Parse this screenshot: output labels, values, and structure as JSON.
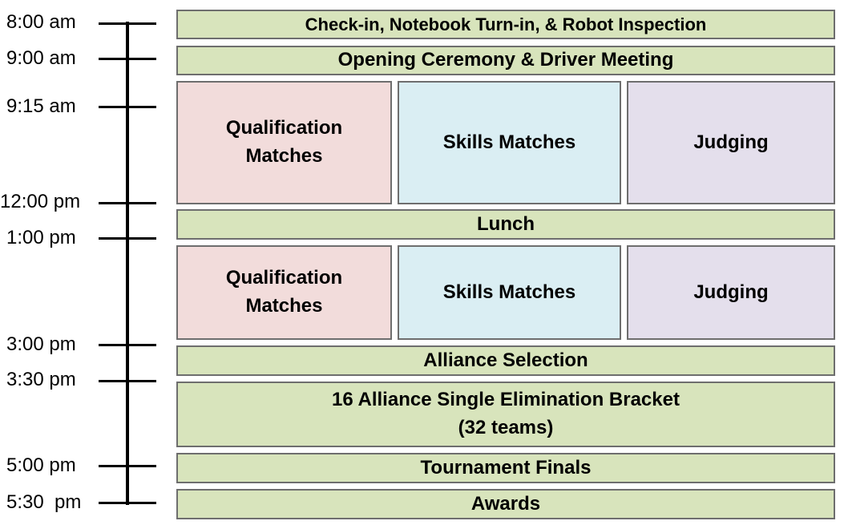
{
  "times": [
    "8:00 am",
    "9:00 am",
    "9:15 am",
    "12:00 pm",
    "1:00 pm",
    "3:00 pm",
    "3:30 pm",
    "5:00 pm",
    "5:30  pm"
  ],
  "blocks": {
    "checkin": "Check-in, Notebook Turn-in, & Robot Inspection",
    "opening": "Opening Ceremony & Driver Meeting",
    "qual_1_line1": "Qualification",
    "qual_1_line2": "Matches",
    "skills_1": "Skills Matches",
    "judging_1": "Judging",
    "lunch": "Lunch",
    "qual_2_line1": "Qualification",
    "qual_2_line2": "Matches",
    "skills_2": "Skills Matches",
    "judging_2": "Judging",
    "alliance": "Alliance Selection",
    "bracket_line1": "16 Alliance Single Elimination Bracket",
    "bracket_line2": "(32 teams)",
    "finals": "Tournament Finals",
    "awards": "Awards"
  },
  "colors": {
    "general": "#d8e4bc",
    "qualification": "#f2dcdb",
    "skills": "#daeef3",
    "judging": "#e4dfec"
  }
}
